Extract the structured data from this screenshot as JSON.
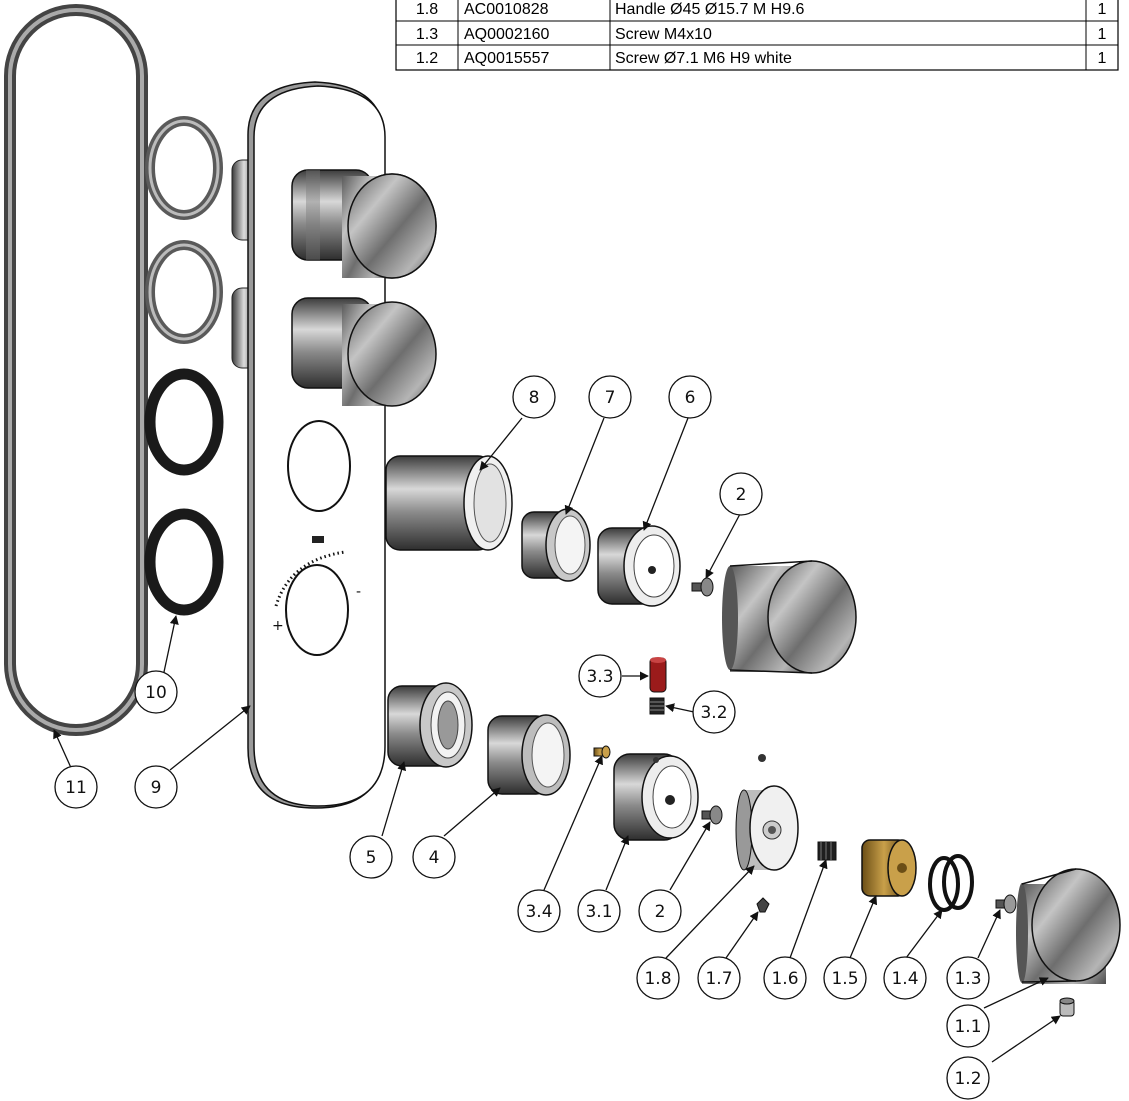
{
  "bom": {
    "rows": [
      {
        "pos": "1.8",
        "code": "AC0010828",
        "description": "Handle Ø45 Ø15.7 M H9.6",
        "qty": "1"
      },
      {
        "pos": "1.3",
        "code": "AQ0002160",
        "description": "Screw M4x10",
        "qty": "1"
      },
      {
        "pos": "1.2",
        "code": "AQ0015557",
        "description": "Screw Ø7.1 M6 H9 white",
        "qty": "1"
      }
    ]
  },
  "callouts": [
    "8",
    "7",
    "6",
    "2",
    "3.3",
    "3.2",
    "10",
    "11",
    "9",
    "5",
    "4",
    "3.4",
    "3.1",
    "2",
    "1.8",
    "1.7",
    "1.6",
    "1.5",
    "1.4",
    "1.3",
    "1.1",
    "1.2"
  ],
  "dial": {
    "plus_label": "+",
    "minus_label": "-"
  },
  "colors": {
    "line": "#111111",
    "chrome_dark": "#4a4a4a",
    "chrome_light": "#e8e8e8",
    "marble": "#9a9a9a",
    "brass": "#b08a3c",
    "red_pin": "#9b1b1b",
    "gasket_black": "#1a1a1a"
  }
}
